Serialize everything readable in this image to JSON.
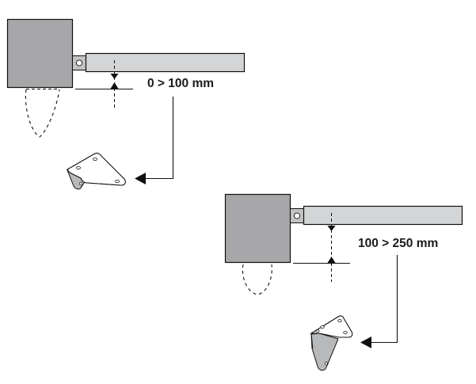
{
  "diagrams": [
    {
      "id": "low",
      "dimension_label": "0 > 100 mm",
      "range_min_mm": 0,
      "range_max_mm": 100,
      "bracket": "short-bracket"
    },
    {
      "id": "high",
      "dimension_label": "100 > 250 mm",
      "range_min_mm": 100,
      "range_max_mm": 250,
      "bracket": "tall-bracket"
    }
  ],
  "colors": {
    "motor_fill": "#a7a7a9",
    "arm_fill": "#d4d5d6",
    "line": "#111111",
    "bracket_shade": "#b8b9ba"
  }
}
